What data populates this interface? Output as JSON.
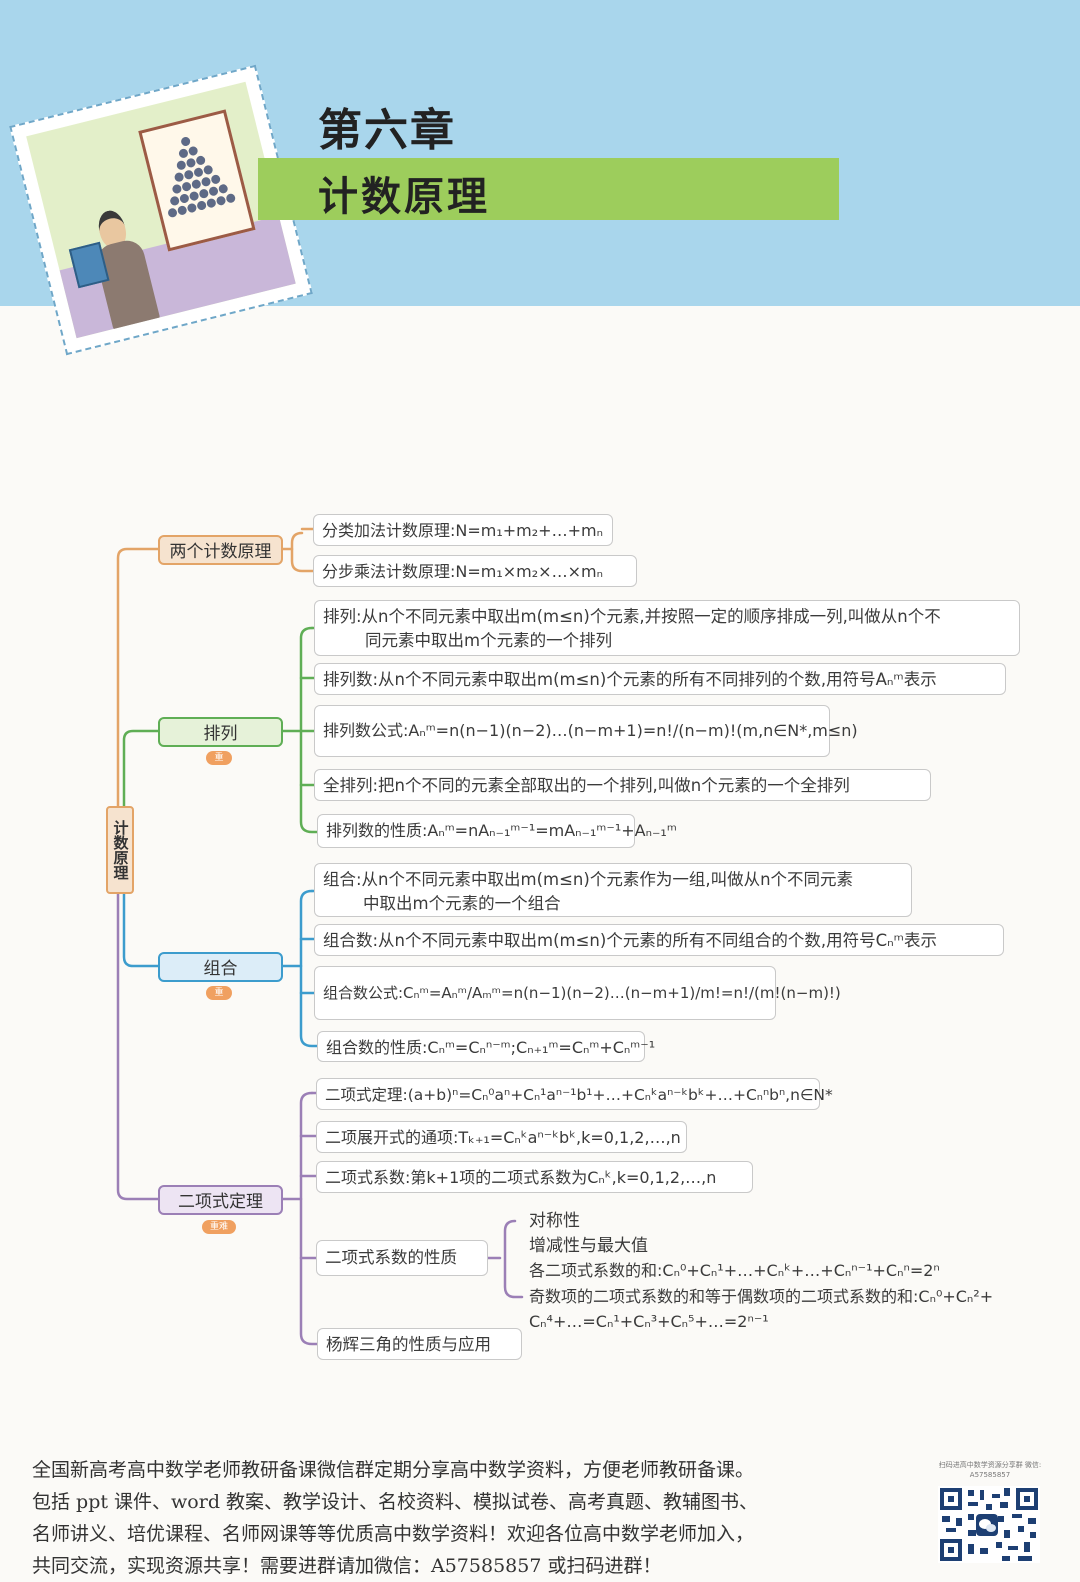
{
  "header": {
    "chapter_number": "第六章",
    "chapter_title": "计数原理"
  },
  "mindmap": {
    "root": "计数原理",
    "branches": {
      "principles": {
        "label": "两个计数原理",
        "items": [
          "分类加法计数原理:N=m₁+m₂+…+mₙ",
          "分步乘法计数原理:N=m₁×m₂×…×mₙ"
        ]
      },
      "permutation": {
        "label": "排列",
        "tag": "重",
        "items": [
          "排列:从n个不同元素中取出m(m≤n)个元素,并按照一定的顺序排成一列,叫做从n个不",
          "同元素中取出m个元素的一个排列",
          "排列数:从n个不同元素中取出m(m≤n)个元素的所有不同排列的个数,用符号Aₙᵐ表示",
          "排列数公式:Aₙᵐ=n(n−1)(n−2)…(n−m+1)=n!/(n−m)!(m,n∈N*,m≤n)",
          "全排列:把n个不同的元素全部取出的一个排列,叫做n个元素的一个全排列",
          "排列数的性质:Aₙᵐ=nAₙ₋₁ᵐ⁻¹=mAₙ₋₁ᵐ⁻¹+Aₙ₋₁ᵐ"
        ]
      },
      "combination": {
        "label": "组合",
        "tag": "重",
        "items": [
          "组合:从n个不同元素中取出m(m≤n)个元素作为一组,叫做从n个不同元素",
          "中取出m个元素的一个组合",
          "组合数:从n个不同元素中取出m(m≤n)个元素的所有不同组合的个数,用符号Cₙᵐ表示",
          "组合数公式:Cₙᵐ=Aₙᵐ/Aₘᵐ=n(n−1)(n−2)…(n−m+1)/m!=n!/(m!(n−m)!)",
          "组合数的性质:Cₙᵐ=Cₙⁿ⁻ᵐ;Cₙ₊₁ᵐ=Cₙᵐ+Cₙᵐ⁻¹"
        ]
      },
      "binomial": {
        "label": "二项式定理",
        "tag": "重难",
        "items": [
          "二项式定理:(a+b)ⁿ=Cₙ⁰aⁿ+Cₙ¹aⁿ⁻¹b¹+…+Cₙᵏaⁿ⁻ᵏbᵏ+…+Cₙⁿbⁿ,n∈N*",
          "二项展开式的通项:Tₖ₊₁=Cₙᵏaⁿ⁻ᵏbᵏ,k=0,1,2,…,n",
          "二项式系数:第k+1项的二项式系数为Cₙᵏ,k=0,1,2,…,n",
          "二项式系数的性质",
          "杨辉三角的性质与应用"
        ],
        "sub_properties": [
          "对称性",
          "增减性与最大值",
          "各二项式系数的和:Cₙ⁰+Cₙ¹+…+Cₙᵏ+…+Cₙⁿ⁻¹+Cₙⁿ=2ⁿ",
          "奇数项的二项式系数的和等于偶数项的二项式系数的和:Cₙ⁰+Cₙ²+",
          "Cₙ⁴+…=Cₙ¹+Cₙ³+Cₙ⁵+…=2ⁿ⁻¹"
        ]
      }
    }
  },
  "footer": {
    "line1": "全国新高考高中数学老师教研备课微信群定期分享高中数学资料，方便老师教研备课。",
    "line2": "包括 ppt 课件、word 教案、教学设计、名校资料、模拟试卷、高考真题、教辅图书、",
    "line3": "名师讲义、培优课程、名师网课等等优质高中数学资料！欢迎各位高中数学老师加入，",
    "line4": "共同交流，实现资源共享！需要进群请加微信：A57585857 或扫码进群！",
    "qr_caption": "扫码进高中数学资源分享群 微信: A57585857"
  },
  "colors": {
    "top_band": "#a9d6ec",
    "title_bar": "#9dcd5c",
    "branch_orange": "#e3a467",
    "branch_green": "#5fae55",
    "branch_blue": "#3c9ccd",
    "branch_purple": "#9b7fb6"
  }
}
